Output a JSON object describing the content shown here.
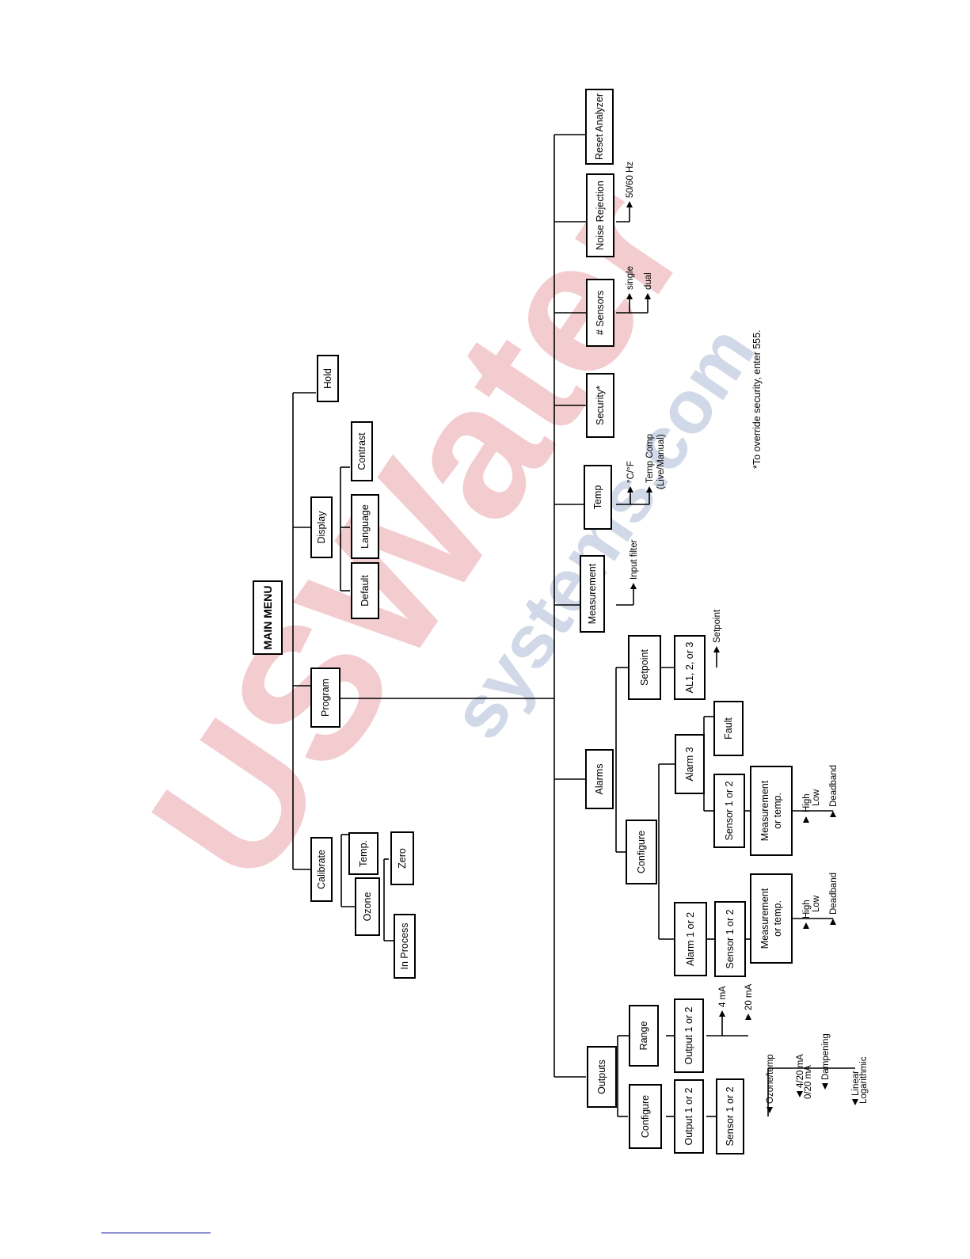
{
  "diagram": {
    "title": "MAIN MENU",
    "nodes": {
      "calibrate": "Calibrate",
      "program": "Program",
      "display": "Display",
      "hold": "Hold",
      "ozone": "Ozone",
      "temp_cal": "Temp.",
      "in_process": "In Process",
      "zero": "Zero",
      "default": "Default",
      "language": "Language",
      "contrast": "Contrast",
      "outputs": "Outputs",
      "alarms": "Alarms",
      "measurement": "Measurement",
      "temp": "Temp",
      "security": "Security*",
      "sensors": "# Sensors",
      "noise_rejection": "Noise Rejection",
      "reset_analyzer": "Reset Analyzer",
      "outputs_configure": "Configure",
      "range": "Range",
      "output_1_or_2_a": "Output 1 or 2",
      "output_1_or_2_b": "Output 1 or 2",
      "sensor_1_or_2_out": "Sensor 1 or 2",
      "alarms_configure": "Configure",
      "setpoint": "Setpoint",
      "alarm_1_or_2": "Alarm 1 or 2",
      "alarm_3": "Alarm 3",
      "sensor_1_or_2_a": "Sensor 1 or 2",
      "sensor_1_or_2_b": "Sensor 1 or 2",
      "meas_or_temp_a_1": "Measurement",
      "meas_or_temp_a_2": "or temp.",
      "meas_or_temp_b_1": "Measurement",
      "meas_or_temp_b_2": "or temp.",
      "fault": "Fault",
      "al_123": "AL1, 2, or 3"
    },
    "leaves": {
      "ozone_temp": "Ozone/temp",
      "ma_4_20": "4/20 mA",
      "ma_0_20": "0/20 mA",
      "dampening": "Dampening",
      "linear": "Linear",
      "logarithmic": "Logarithmic",
      "ma_4": "4 mA",
      "ma_20": "20 mA",
      "high_a": "High",
      "low_a": "Low",
      "deadband_a": "Deadband",
      "high_b": "High",
      "low_b": "Low",
      "deadband_b": "Deadband",
      "setpoint_leaf": "Setpoint",
      "input_filter": "Input filter",
      "cf": "°C/°F",
      "temp_comp_1": "Temp Comp",
      "temp_comp_2": "(Live/Manual)",
      "single": "single",
      "dual": "dual",
      "hz": "50/60 Hz"
    },
    "footnote": "*To override security, enter 555."
  },
  "watermark": {
    "line1": "USWater",
    "line2": "systems.com"
  },
  "colors": {
    "watermark_red": "#f2c4c8",
    "watermark_blue": "#c9d2e3"
  }
}
